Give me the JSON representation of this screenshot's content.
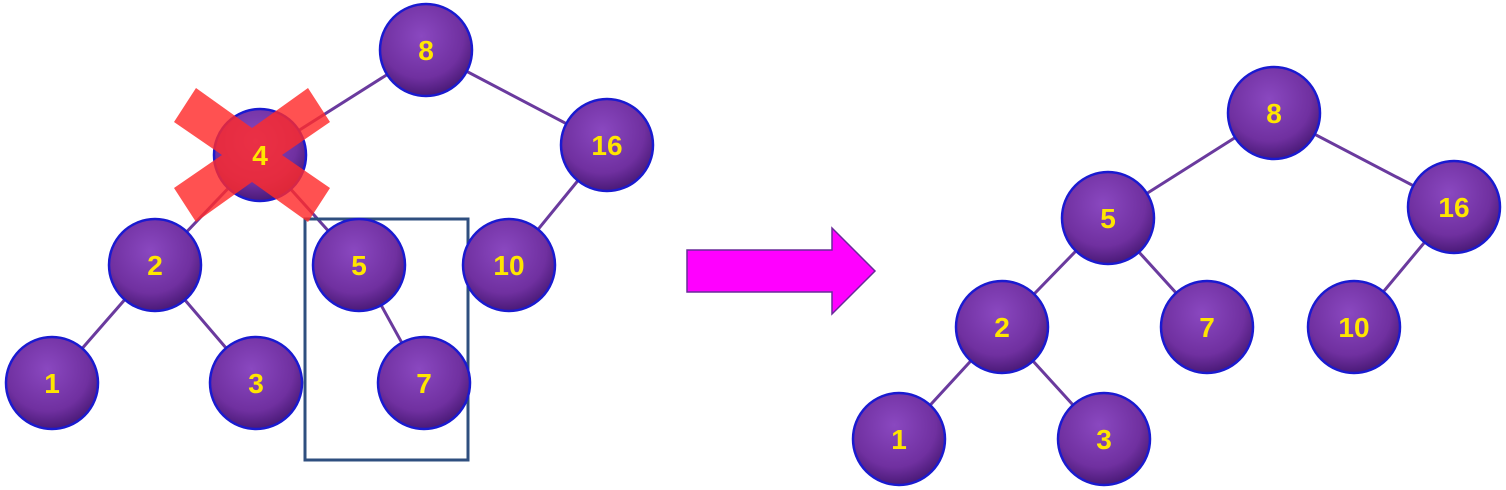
{
  "colors": {
    "node_fill": "#7030a0",
    "node_stroke": "#1a1ad0",
    "label": "#ffe600",
    "edge": "#6a3a9e",
    "cross": "#ff2b2b",
    "deleted_label": "#ff4000",
    "highlight_box": "#2f4f7f",
    "arrow": "#ff00ff"
  },
  "before_tree": {
    "nodes": [
      {
        "id": "8",
        "label": "8"
      },
      {
        "id": "4",
        "label": "4",
        "deleted": true
      },
      {
        "id": "16",
        "label": "16"
      },
      {
        "id": "2",
        "label": "2"
      },
      {
        "id": "5",
        "label": "5",
        "highlighted": true
      },
      {
        "id": "10",
        "label": "10"
      },
      {
        "id": "1",
        "label": "1"
      },
      {
        "id": "3",
        "label": "3"
      },
      {
        "id": "7",
        "label": "7",
        "highlighted": true
      }
    ],
    "edges": [
      [
        "8",
        "4"
      ],
      [
        "8",
        "16"
      ],
      [
        "4",
        "2"
      ],
      [
        "4",
        "5"
      ],
      [
        "16",
        "10"
      ],
      [
        "2",
        "1"
      ],
      [
        "2",
        "3"
      ],
      [
        "5",
        "7"
      ]
    ]
  },
  "transition_arrow": "right-arrow-icon",
  "deleted_marker": "x-cross-icon",
  "after_tree": {
    "nodes": [
      {
        "id": "8",
        "label": "8"
      },
      {
        "id": "5",
        "label": "5"
      },
      {
        "id": "16",
        "label": "16"
      },
      {
        "id": "2",
        "label": "2"
      },
      {
        "id": "7",
        "label": "7"
      },
      {
        "id": "10",
        "label": "10"
      },
      {
        "id": "1",
        "label": "1"
      },
      {
        "id": "3",
        "label": "3"
      }
    ],
    "edges": [
      [
        "8",
        "5"
      ],
      [
        "8",
        "16"
      ],
      [
        "5",
        "2"
      ],
      [
        "5",
        "7"
      ],
      [
        "16",
        "10"
      ],
      [
        "2",
        "1"
      ],
      [
        "2",
        "3"
      ]
    ]
  }
}
